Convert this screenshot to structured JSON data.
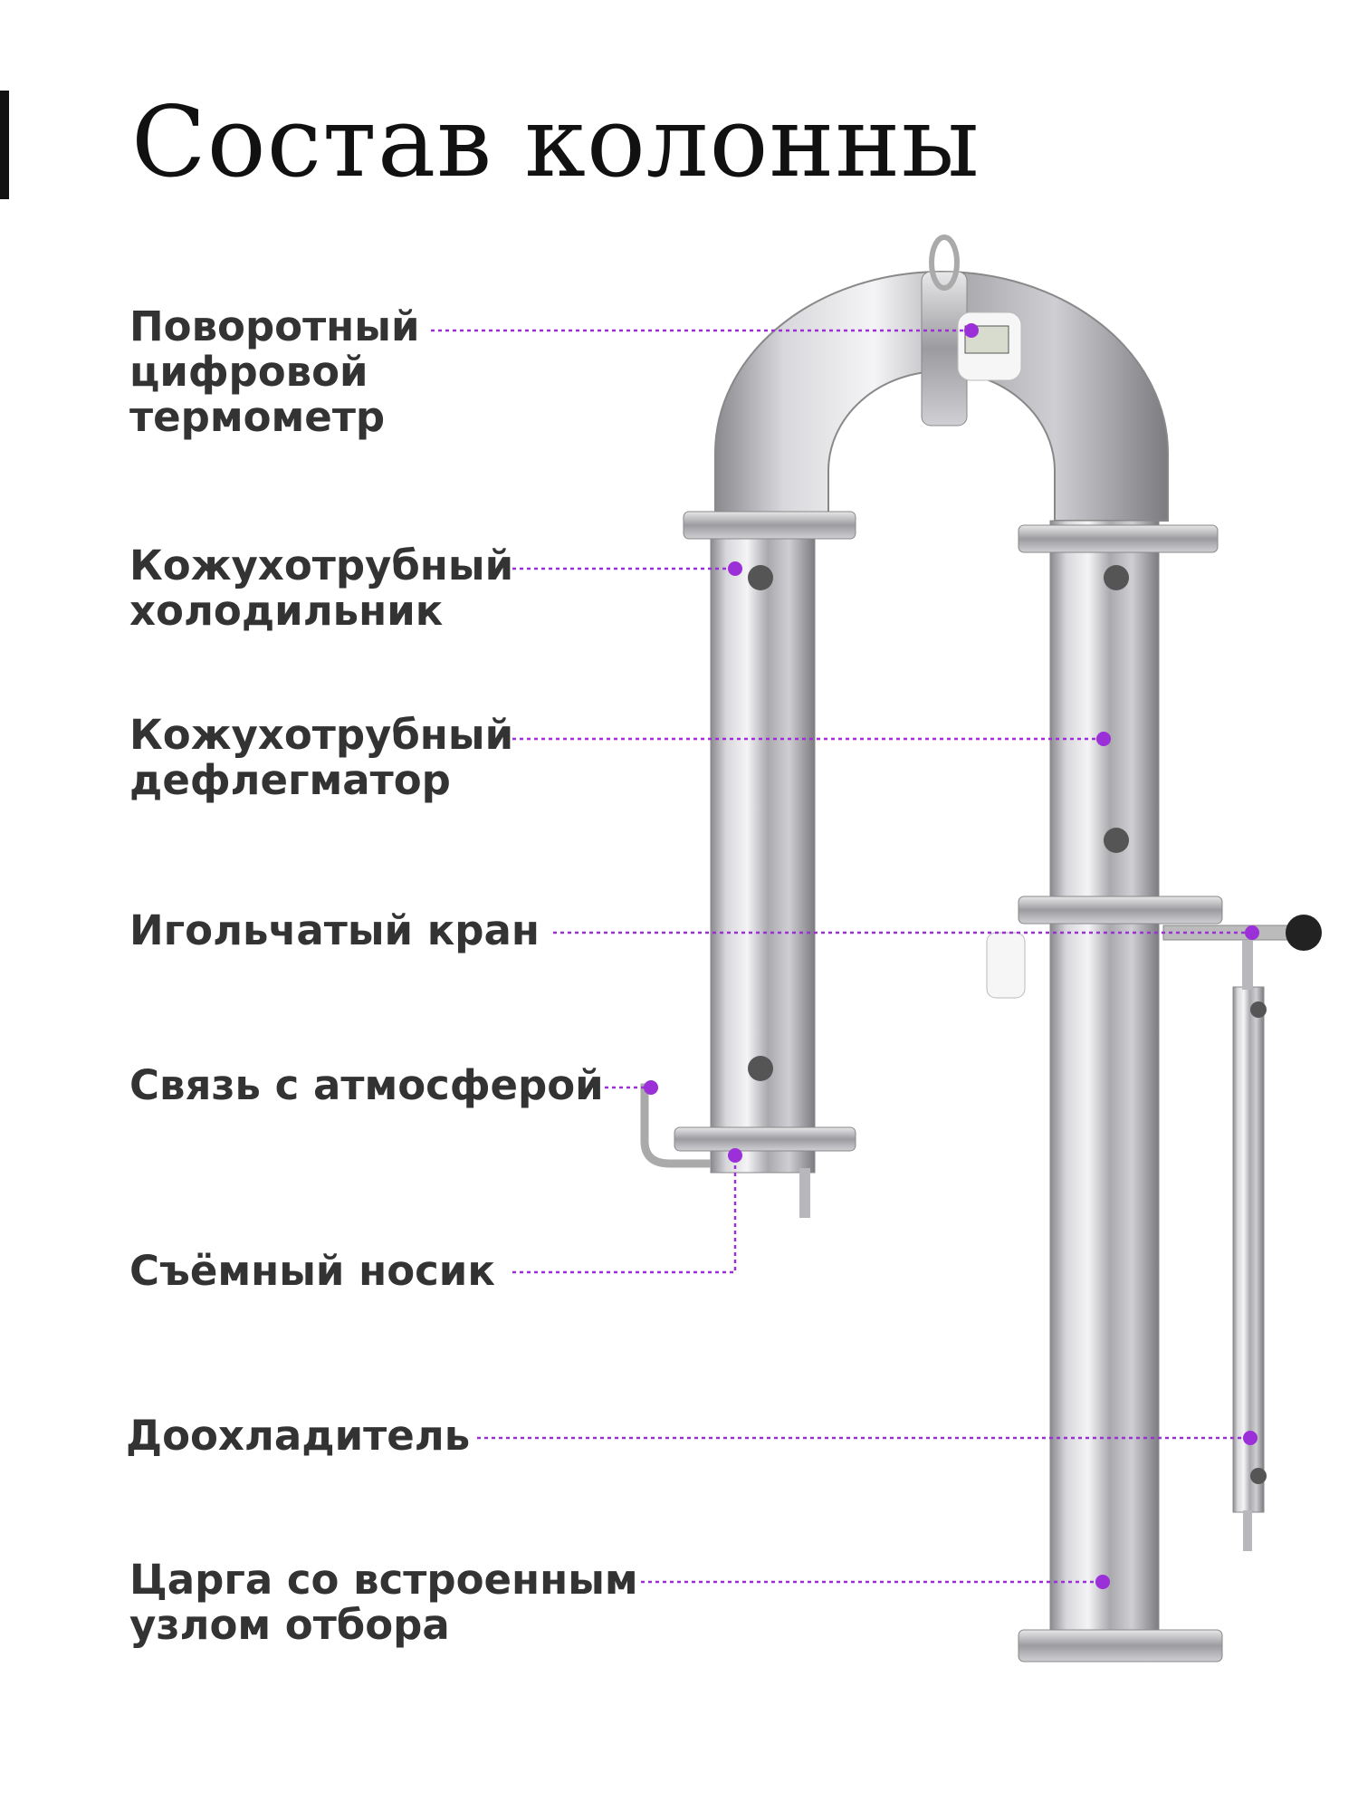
{
  "title": "Состав колонны",
  "parts": [
    {
      "lines": [
        "Поворотный",
        "цифровой",
        "термометр"
      ]
    },
    {
      "lines": [
        "Кожухотрубный",
        "холодильник"
      ]
    },
    {
      "lines": [
        "Кожухотрубный",
        "дефлегматор"
      ]
    },
    {
      "lines": [
        "Игольчатый кран"
      ]
    },
    {
      "lines": [
        "Связь с атмосферой"
      ]
    },
    {
      "lines": [
        "Съёмный носик"
      ]
    },
    {
      "lines": [
        "Доохладитель"
      ]
    },
    {
      "lines": [
        "Царга со встроенным",
        "узлом отбора"
      ]
    }
  ],
  "colors": {
    "accent": "#9b30d9",
    "text": "#333333",
    "title": "#111111"
  }
}
